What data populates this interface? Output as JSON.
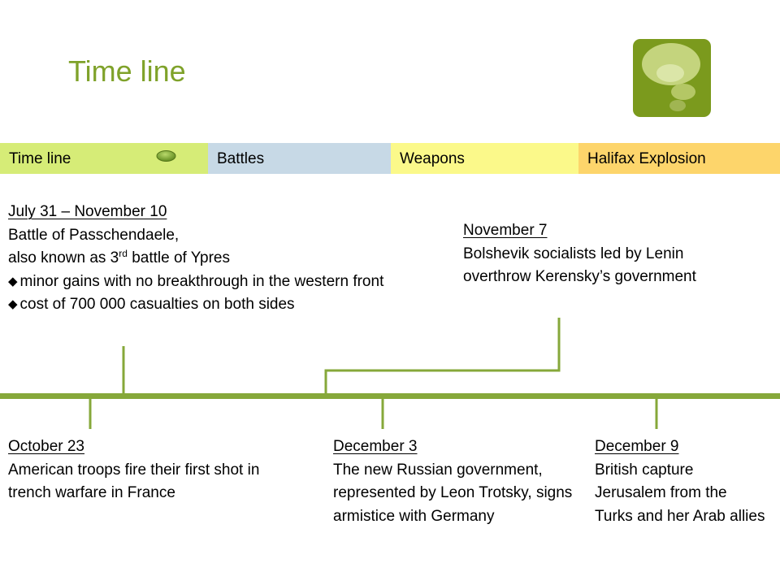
{
  "title": "Time line",
  "logo_icon": "speech-bubble-icon",
  "colors": {
    "title": "#7fa22a",
    "logo_bg": "#7b9a1d",
    "timeline": "#86a83a",
    "tab_timeline": "#d6ec77",
    "tab_battles": "#c7d9e6",
    "tab_weapons": "#fbf98a",
    "tab_halifax": "#fdd56b"
  },
  "tabs": [
    {
      "label": "Time line",
      "active": true
    },
    {
      "label": "Battles"
    },
    {
      "label": "Weapons"
    },
    {
      "label": "Halifax Explosion"
    }
  ],
  "events": {
    "passchendaele": {
      "date": "July 31 – November 10",
      "line1": "Battle of Passchendaele,",
      "line2_pre": "also known as 3",
      "line2_sup": "rd",
      "line2_post": " battle of Ypres",
      "bullet_icon": "diamond-bullet-icon",
      "bullets": [
        "minor gains with no breakthrough in the western front",
        "cost of 700 000 casualties on both sides"
      ]
    },
    "bolshevik": {
      "date": "November 7",
      "text": "Bolshevik socialists led by Lenin overthrow Kerensky’s government"
    },
    "american": {
      "date": "October 23",
      "text": "American troops fire their first shot in trench warfare in France"
    },
    "russia": {
      "date": "December 3",
      "text": "The new Russian government, represented by Leon Trotsky, signs armistice with Germany"
    },
    "jerusalem": {
      "date": "December 9",
      "text": "British capture Jerusalem from the Turks and her Arab allies"
    }
  }
}
